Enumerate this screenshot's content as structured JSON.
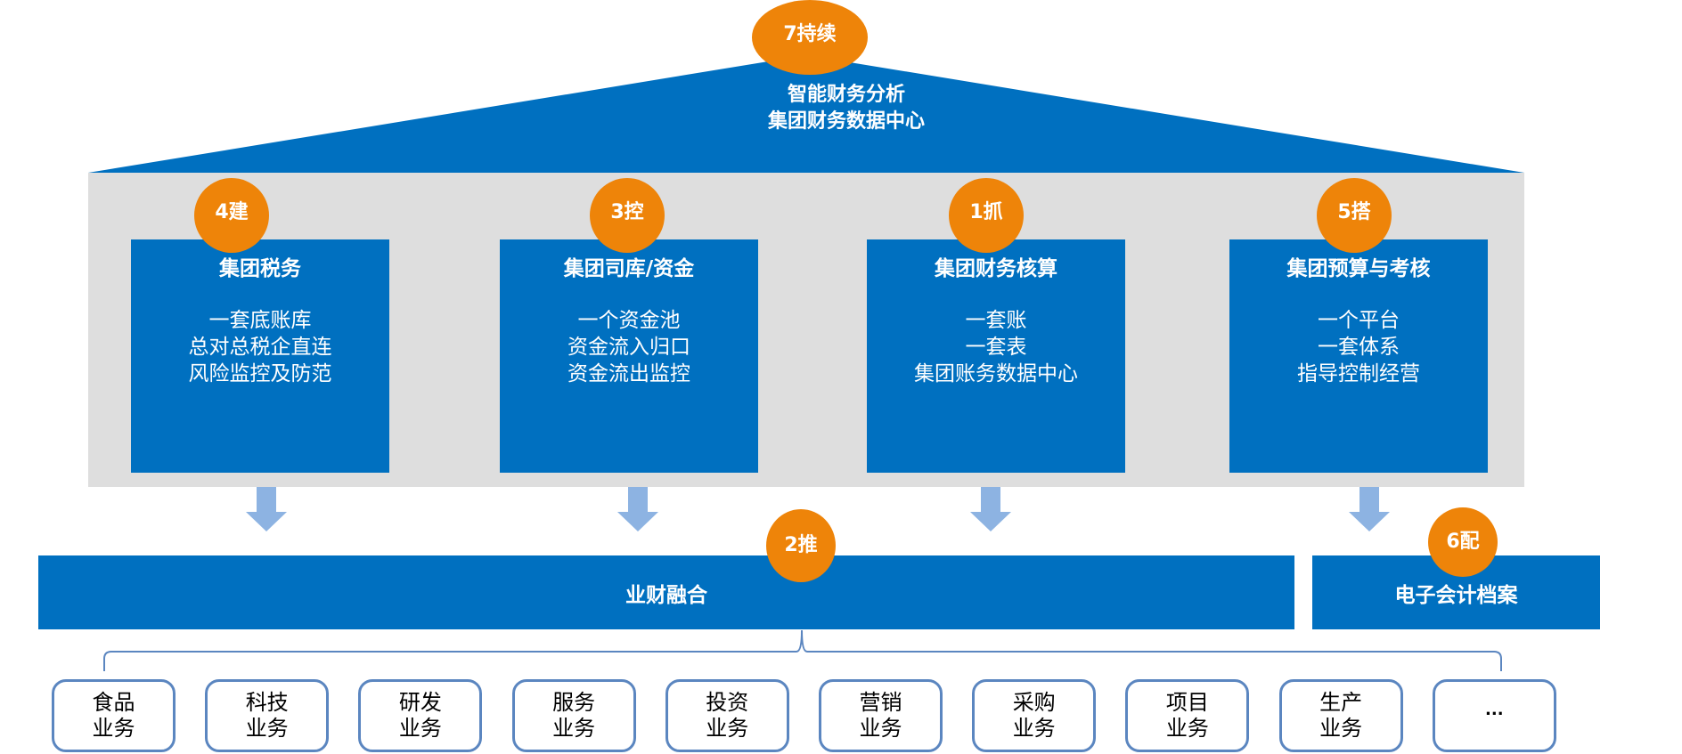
{
  "colors": {
    "primary_blue": "#0070c0",
    "panel_grey": "#dedede",
    "badge_orange": "#ee8409",
    "arrow_blue": "#8db3e2",
    "box_border": "#5b86c0"
  },
  "roof": {
    "badge": "7持续",
    "title_lines": [
      "智能财务分析",
      "集团财务数据中心"
    ]
  },
  "pillars": [
    {
      "badge": "4建",
      "title": "集团税务",
      "lines": [
        "一套底账库",
        "总对总税企直连",
        "风险监控及防范"
      ]
    },
    {
      "badge": "3控",
      "title": "集团司库/资金",
      "lines": [
        "一个资金池",
        "资金流入归口",
        "资金流出监控"
      ]
    },
    {
      "badge": "1抓",
      "title": "集团财务核算",
      "lines": [
        "一套账",
        "一套表",
        "集团账务数据中心"
      ]
    },
    {
      "badge": "5搭",
      "title": "集团预算与考核",
      "lines": [
        "一个平台",
        "一套体系",
        "指导控制经营"
      ]
    }
  ],
  "foundation": {
    "main_bar": {
      "label": "业财融合",
      "badge": "2推"
    },
    "side_bar": {
      "label": "电子会计档案",
      "badge": "6配"
    }
  },
  "business_units": [
    [
      "食品",
      "业务"
    ],
    [
      "科技",
      "业务"
    ],
    [
      "研发",
      "业务"
    ],
    [
      "服务",
      "业务"
    ],
    [
      "投资",
      "业务"
    ],
    [
      "营销",
      "业务"
    ],
    [
      "采购",
      "业务"
    ],
    [
      "项目",
      "业务"
    ],
    [
      "生产",
      "业务"
    ],
    [
      "..."
    ]
  ]
}
